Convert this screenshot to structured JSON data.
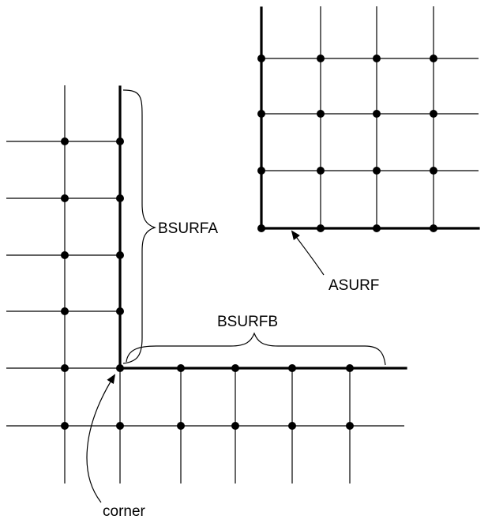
{
  "labels": {
    "bsurfa": "BSURFA",
    "bsurfb": "BSURFB",
    "asurf": "ASURF",
    "corner": "corner"
  },
  "colors": {
    "line": "#000000",
    "background": "#ffffff"
  }
}
